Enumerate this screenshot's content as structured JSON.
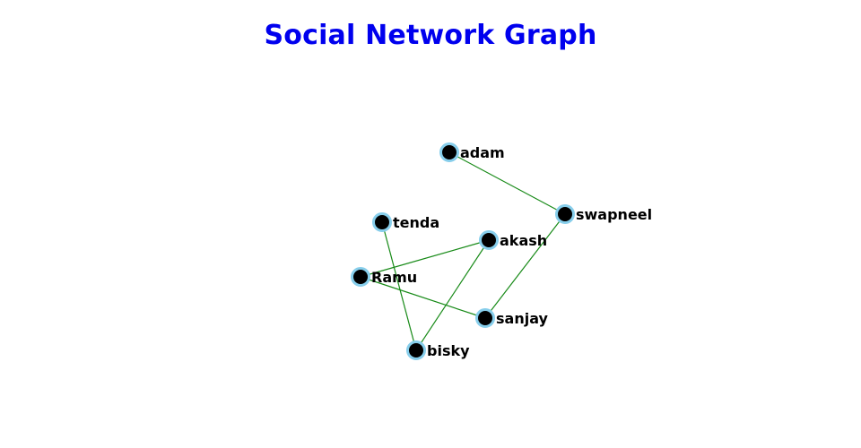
{
  "title": "Social Network Graph",
  "colors": {
    "title": "#0000ee",
    "edge": "#178a17",
    "node_fill": "#000000",
    "node_border": "#87ceeb",
    "label": "#000000"
  },
  "graph": {
    "nodes": [
      {
        "id": "adam",
        "label": "adam"
      },
      {
        "id": "swapneel",
        "label": "swapneel"
      },
      {
        "id": "tenda",
        "label": "tenda"
      },
      {
        "id": "akash",
        "label": "akash"
      },
      {
        "id": "Ramu",
        "label": "Ramu"
      },
      {
        "id": "sanjay",
        "label": "sanjay"
      },
      {
        "id": "bisky",
        "label": "bisky"
      }
    ],
    "edges": [
      {
        "source": "adam",
        "target": "swapneel"
      },
      {
        "source": "swapneel",
        "target": "sanjay"
      },
      {
        "source": "akash",
        "target": "Ramu"
      },
      {
        "source": "akash",
        "target": "bisky"
      },
      {
        "source": "Ramu",
        "target": "sanjay"
      },
      {
        "source": "tenda",
        "target": "bisky"
      }
    ]
  }
}
